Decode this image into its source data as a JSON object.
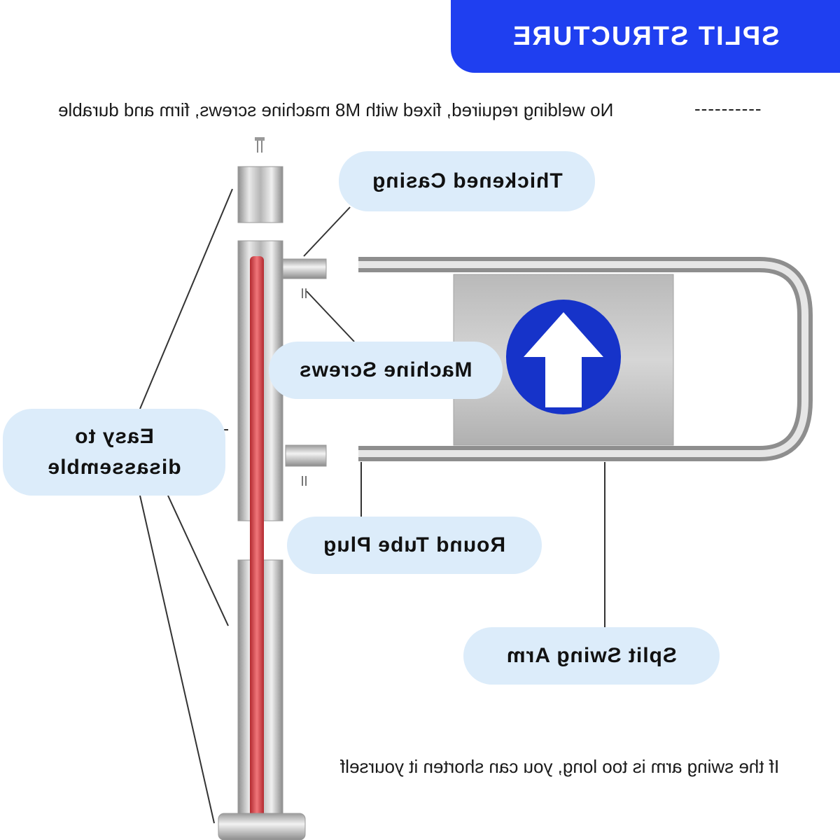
{
  "header": {
    "title": "SPLIT STRUCTURE",
    "accent_color": "#1f3ff0"
  },
  "captions": {
    "top": "No welding required, fixed with M8 machine screws, firm and durable",
    "top_dashes": "----------",
    "bottom": "If the swing arm is too long, you can shorten it yourself"
  },
  "labels": {
    "thickened_casing": "Thickened Casing",
    "machine_screws": "Machine Screws",
    "easy_to_disassemble": "Easy to disassemble",
    "round_tube_plug": "Round Tube Plug",
    "split_swing_arm": "Split Swing Arm"
  },
  "icons": {
    "arrow_sign": "arrow-up-circle-icon",
    "bubble_color": "#dcecfa",
    "pole_inner_color": "#e0474c"
  }
}
